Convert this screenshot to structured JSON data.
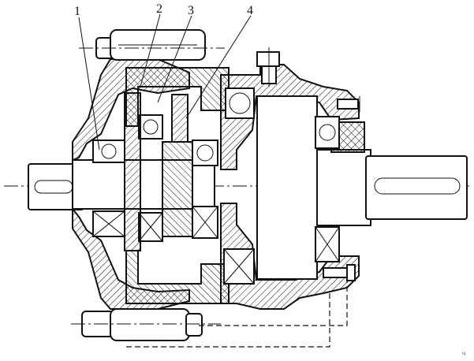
{
  "callouts": [
    {
      "label": "1"
    },
    {
      "label": "2"
    },
    {
      "label": "3"
    },
    {
      "label": "4"
    }
  ],
  "corner_mark": "ч"
}
